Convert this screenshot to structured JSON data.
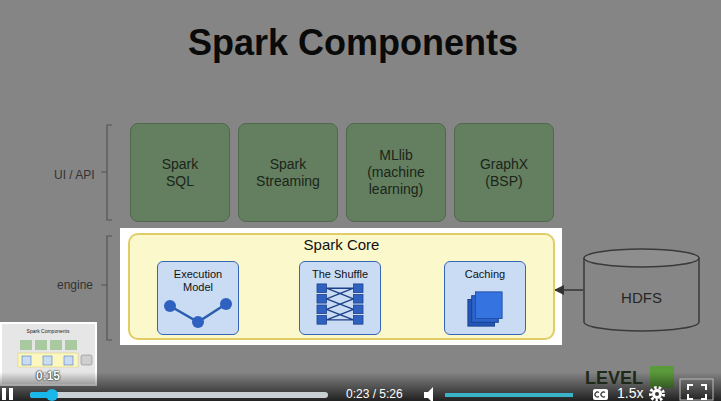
{
  "diagram": {
    "title": "Spark Components",
    "nodes": [
      {
        "text": [
          "Spark SQL"
        ]
      },
      {
        "text": [
          "Spark Streaming"
        ]
      },
      {
        "text": [
          "MLlib (machine learning)"
        ]
      },
      {
        "text": [
          "GraphX (BSP)"
        ]
      },
      {
        "text": [
          "Spark Core"
        ]
      },
      {
        "text": [
          "Execution Model"
        ],
        "in": 4
      },
      {
        "text": [
          "The Shuffle"
        ],
        "in": 4
      },
      {
        "text": [
          "Caching"
        ],
        "in": 4
      },
      {
        "text": [
          "HDFS"
        ]
      }
    ],
    "edges": [
      {
        "from": 8,
        "to": 4,
        "arrow": "to"
      }
    ],
    "labels": [
      "UI / API",
      "engine",
      "Spark Components",
      "0:15",
      "LEVEL",
      "0:23 / 5:26",
      "1.5x"
    ]
  }
}
